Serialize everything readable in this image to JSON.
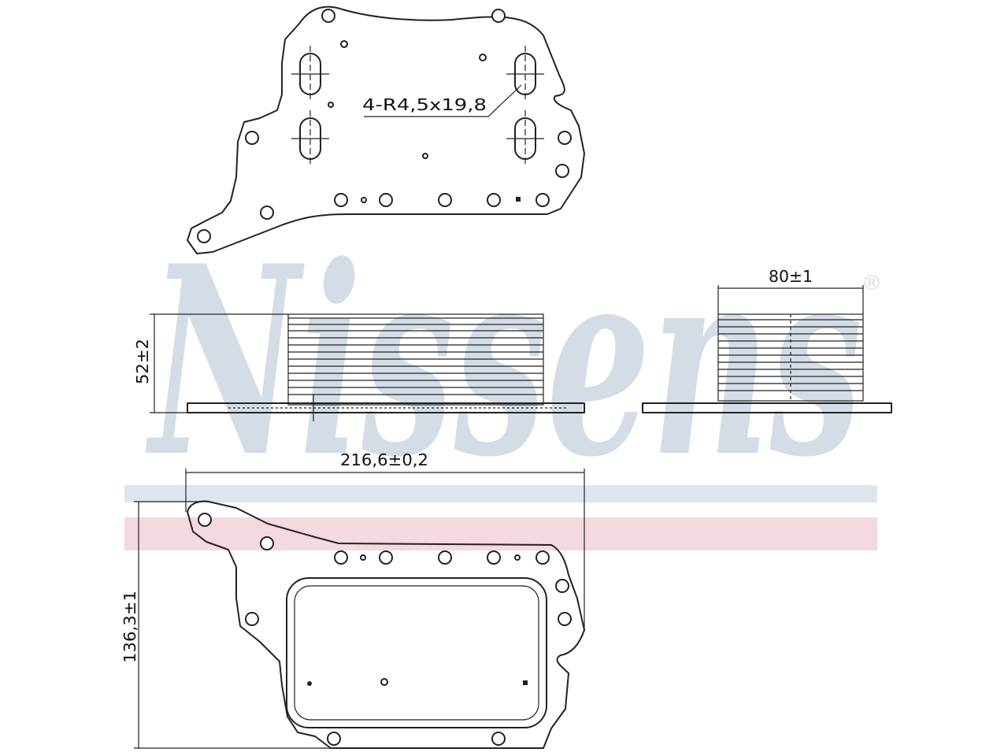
{
  "watermark": {
    "brand": "Nissens",
    "registered_mark": "®",
    "stripe_colors": {
      "blue": "#dde6ee",
      "red": "#f4d9df"
    },
    "text_color": "#d4dde6"
  },
  "dimensions": {
    "slot_callout": "4-R4,5x19,8",
    "height": "52±2",
    "depth": "80±1",
    "length": "216,6±0,2",
    "width": "136,3±1"
  },
  "colors": {
    "line": "#222222",
    "background": "#ffffff"
  }
}
